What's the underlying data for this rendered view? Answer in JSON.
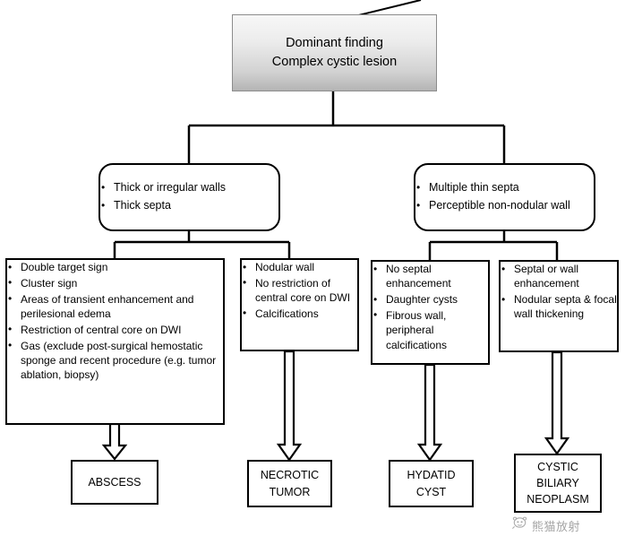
{
  "diagram": {
    "title_root": {
      "line1": "Dominant finding",
      "line2": "Complex cystic lesion"
    },
    "level2": [
      {
        "name": "thick-irregular-walls",
        "bullets": [
          "Thick or irregular walls",
          "Thick septa"
        ]
      },
      {
        "name": "multiple-thin-septa",
        "bullets": [
          "Multiple thin septa",
          "Perceptible non-nodular wall"
        ]
      }
    ],
    "level3": [
      {
        "name": "abscess-features",
        "bullets": [
          "Double target sign",
          "Cluster sign",
          "Areas of transient enhancement and perilesional edema",
          "Restriction of central core on DWI",
          "Gas (exclude post-surgical hemostatic sponge and recent procedure (e.g. tumor ablation, biopsy)"
        ]
      },
      {
        "name": "necrotic-tumor-features",
        "bullets": [
          "Nodular wall",
          "No restriction of central core on DWI",
          "Calcifications"
        ]
      },
      {
        "name": "hydatid-cyst-features",
        "bullets": [
          "No septal enhancement",
          "Daughter cysts",
          "Fibrous wall, peripheral calcifications"
        ]
      },
      {
        "name": "cystic-biliary-neoplasm-features",
        "bullets": [
          "Septal or wall enhancement",
          "Nodular septa & focal wall thickening"
        ]
      }
    ],
    "diagnoses": [
      {
        "name": "abscess",
        "lines": [
          "ABSCESS"
        ]
      },
      {
        "name": "necrotic-tumor",
        "lines": [
          "NECROTIC",
          "TUMOR"
        ]
      },
      {
        "name": "hydatid-cyst",
        "lines": [
          "HYDATID",
          "CYST"
        ]
      },
      {
        "name": "cystic-biliary-neoplasm",
        "lines": [
          "CYSTIC",
          "BILIARY",
          "NEOPLASM"
        ]
      }
    ],
    "watermark": {
      "text": "熊猫放射",
      "icon": "panda-chat-icon"
    },
    "colors": {
      "stroke": "#000000",
      "root_border": "#8c8c8c",
      "root_gradient_top": "#f7f7f7",
      "root_gradient_bottom": "#b4b4b4",
      "background": "#ffffff",
      "watermark_text": "#6e6e6e"
    }
  }
}
